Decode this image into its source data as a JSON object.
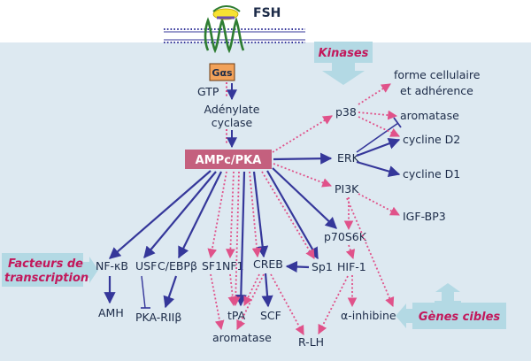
{
  "colors": {
    "background": "#dde9f1",
    "solid_arrow": "#35379a",
    "dotted_arrow": "#e0528a",
    "pka_box": "#c4607e",
    "gas_box": "#f2a25a",
    "callout": "#b3d9e4",
    "text": "#1c2b48",
    "callout_text": "#c2185b"
  },
  "membrane": {
    "ligand": "FSH"
  },
  "upstream": {
    "g_protein": "Gαs",
    "gtp": "GTP",
    "adenylate_1": "Adénylate",
    "adenylate_2": "cyclase",
    "hub": "AMPc/PKA"
  },
  "callouts": {
    "kinases": "Kinases",
    "tf_1": "Facteurs de",
    "tf_2": "transcription",
    "targets": "Gènes cibles"
  },
  "kinases": {
    "p38": "p38",
    "erk": "ERK",
    "pi3k": "PI3K",
    "p70s6k": "p70S6K"
  },
  "factors": {
    "nfkb": "NF-κB",
    "usf": "USF",
    "cebpb": "C/EBPβ",
    "sf1": "SF1",
    "nf1": "NF1",
    "creb": "CREB",
    "sp1": "Sp1",
    "hif1": "HIF-1"
  },
  "targets": {
    "forme_1": "forme cellulaire",
    "forme_2": "et adhérence",
    "aromatase_top": "aromatase",
    "cycline_d2": "cycline D2",
    "cycline_d1": "cycline D1",
    "igfbp3": "IGF-BP3",
    "amh": "AMH",
    "pka_riib": "PKA-RIIβ",
    "tpa": "tPA",
    "scf": "SCF",
    "aromatase_bottom": "aromatase",
    "inhibine": "α-inhibine",
    "rlh": "R-LH"
  }
}
